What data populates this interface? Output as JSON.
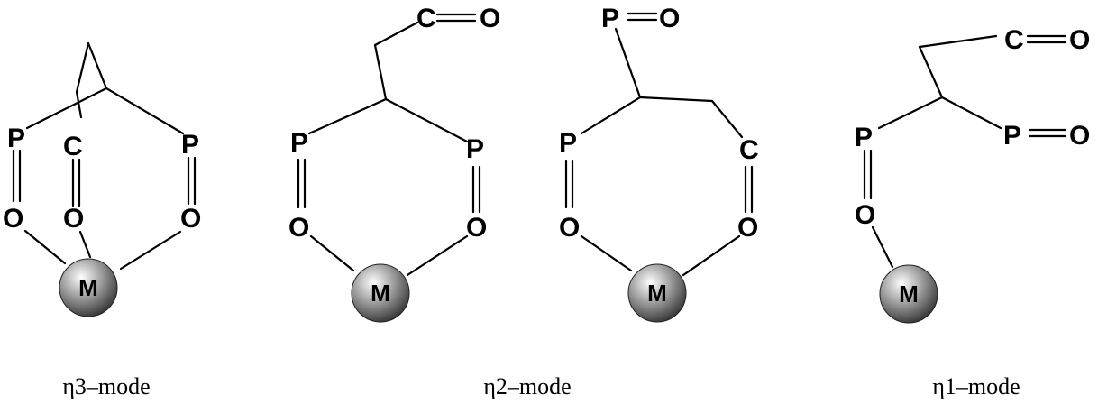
{
  "colors": {
    "bond": "#000000",
    "metal_highlight": "#ffffff",
    "metal_mid": "#a8a8a8",
    "metal_dark": "#3a3a3a"
  },
  "atoms": {
    "phosphorus": "P",
    "carbon": "C",
    "oxygen": "O",
    "metal": "M"
  },
  "structures": [
    {
      "id": "eta3",
      "caption": "η3–mode"
    },
    {
      "id": "eta2",
      "caption": "η2–mode"
    },
    {
      "id": "eta2b",
      "caption": ""
    },
    {
      "id": "eta1",
      "caption": "η1–mode"
    }
  ]
}
